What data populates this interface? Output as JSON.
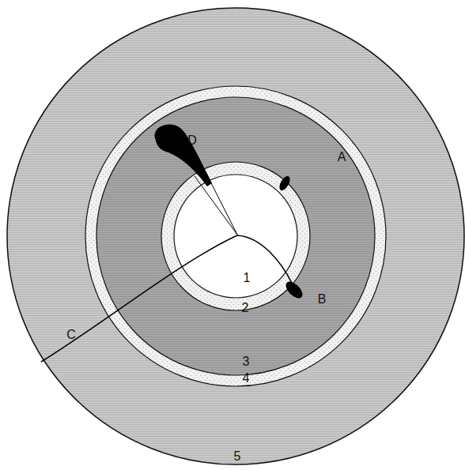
{
  "diagram": {
    "labels": [
      "D",
      "A",
      "1",
      "B",
      "2",
      "C",
      "3",
      "4",
      "5"
    ]
  }
}
